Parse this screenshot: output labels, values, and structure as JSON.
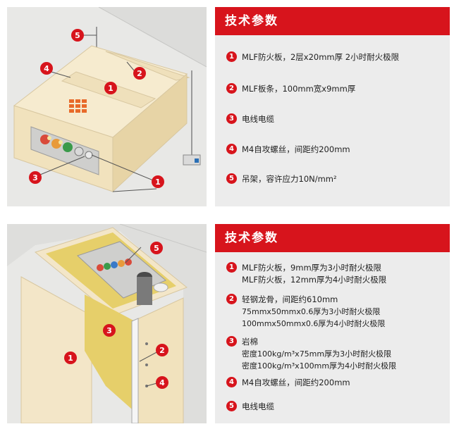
{
  "panel_title": "技术参数",
  "top": {
    "callouts": [
      "1",
      "2",
      "3",
      "4",
      "5"
    ],
    "items": [
      {
        "num": "1",
        "lines": [
          "MLF防火板，2层x20mm厚 2小时耐火极限"
        ]
      },
      {
        "num": "2",
        "lines": [
          "MLF板条，100mm宽x9mm厚"
        ]
      },
      {
        "num": "3",
        "lines": [
          "电线电缆"
        ]
      },
      {
        "num": "4",
        "lines": [
          "M4自攻螺丝，间距约200mm"
        ]
      },
      {
        "num": "5",
        "lines": [
          "吊架，容许应力10N/mm²"
        ]
      }
    ]
  },
  "bottom": {
    "callouts": [
      "1",
      "2",
      "3",
      "4",
      "5"
    ],
    "items": [
      {
        "num": "1",
        "lines": [
          "MLF防火板，9mm厚为3小时耐火极限",
          "MLF防火板，12mm厚为4小时耐火极限"
        ]
      },
      {
        "num": "2",
        "lines": [
          "轻钢龙骨，间距约610mm",
          "75mmx50mmx0.6厚为3小时耐火极限",
          "100mmx50mmx0.6厚为4小时耐火极限"
        ]
      },
      {
        "num": "3",
        "lines": [
          "岩棉",
          "密度100kg/m³x75mm厚为3小时耐火极限",
          "密度100kg/m³x100mm厚为4小时耐火极限"
        ]
      },
      {
        "num": "4",
        "lines": [
          "M4自攻螺丝，间距约200mm"
        ]
      },
      {
        "num": "5",
        "lines": [
          "电线电缆"
        ]
      }
    ]
  },
  "colors": {
    "accent": "#d7141c",
    "board": "#f3e6c8",
    "wool": "#e6cf6a",
    "background": "#ececec"
  }
}
